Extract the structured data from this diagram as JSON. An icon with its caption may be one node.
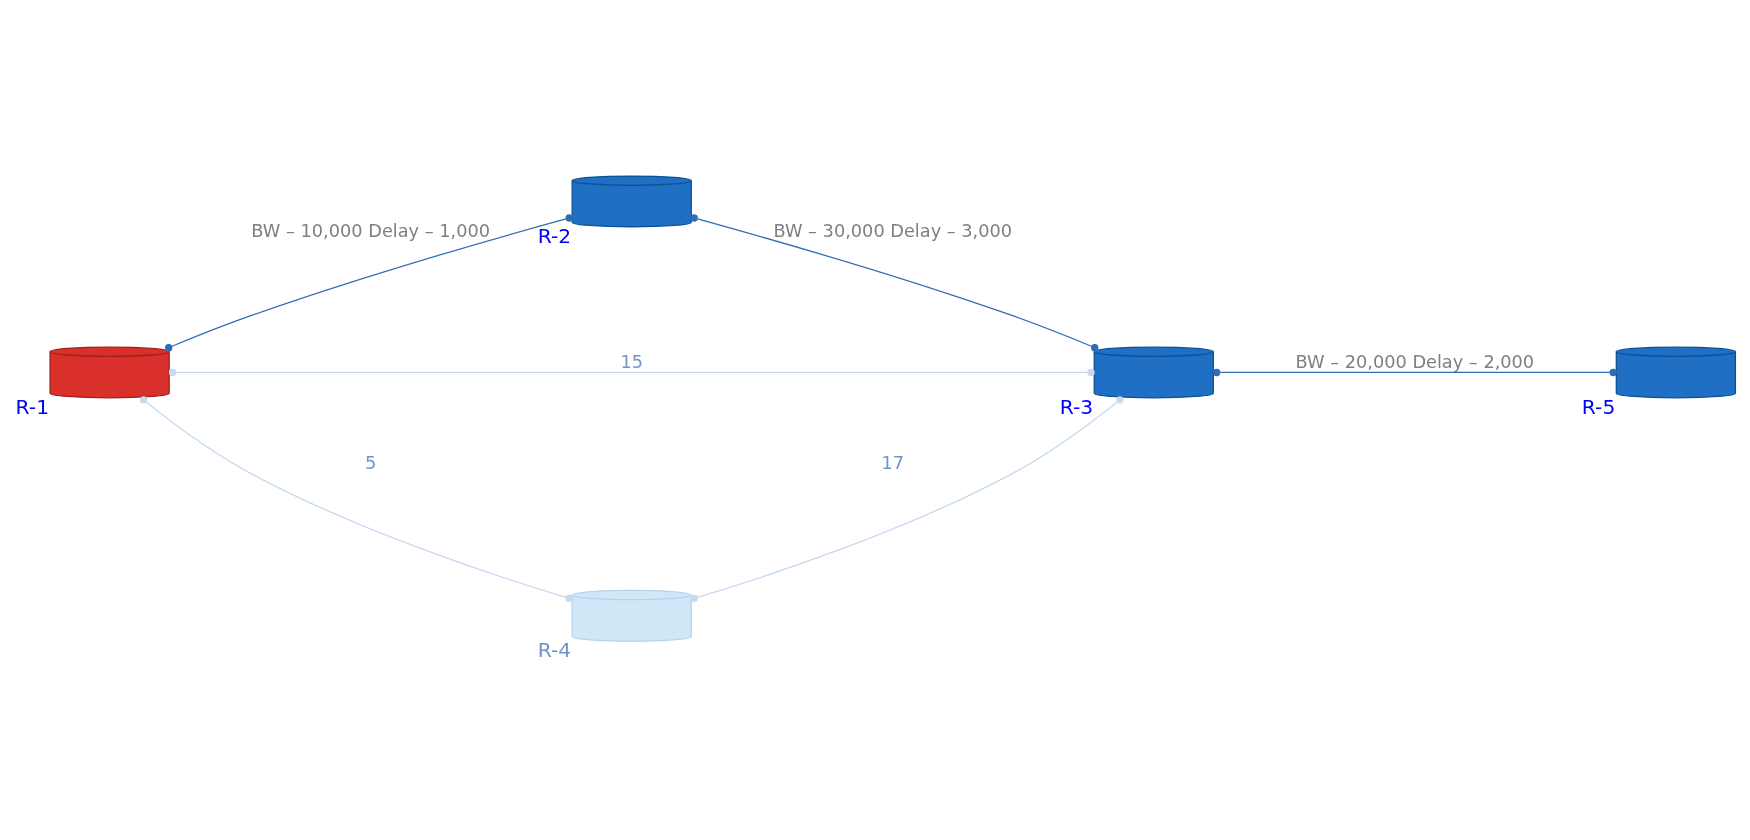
{
  "diagram": {
    "nodes": [
      {
        "text": [
          "R-1"
        ]
      },
      {
        "text": [
          "R-2"
        ]
      },
      {
        "text": [
          "R-3"
        ]
      },
      {
        "text": [
          "R-4"
        ]
      },
      {
        "text": [
          "R-5"
        ]
      }
    ],
    "edges": [
      {
        "from": 0,
        "to": 1,
        "arrow": "other",
        "label": "BW – 10,000 Delay – 1,000"
      },
      {
        "from": 1,
        "to": 2,
        "arrow": "other",
        "label": "BW – 30,000 Delay – 3,000"
      },
      {
        "from": 2,
        "to": 4,
        "arrow": "other",
        "label": "BW – 20,000 Delay – 2,000"
      },
      {
        "from": 0,
        "to": 2,
        "arrow": "other",
        "label": "15",
        "color": "#c5d9ef"
      },
      {
        "from": 0,
        "to": 3,
        "arrow": "other",
        "label": "5",
        "color": "#c5d9ef"
      },
      {
        "from": 3,
        "to": 2,
        "arrow": "other",
        "label": "17",
        "color": "#c5d9ef"
      }
    ]
  }
}
